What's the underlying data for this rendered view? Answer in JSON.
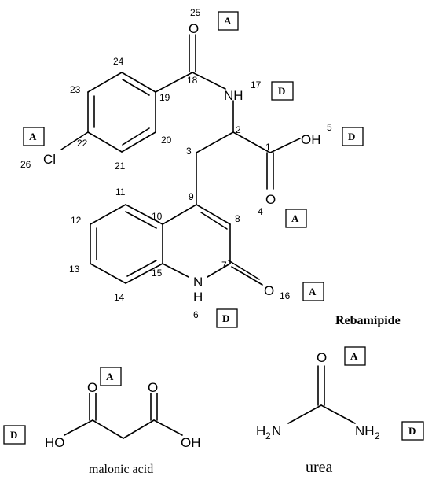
{
  "molecules": {
    "rebamipide": {
      "name": "Rebamipide"
    },
    "malonic_acid": {
      "name": "malonic acid"
    },
    "urea": {
      "name": "urea"
    }
  },
  "atoms": {
    "O": "O",
    "NH": "NH",
    "N": "N",
    "H": "H",
    "OH": "OH",
    "Cl": "Cl",
    "HO": "HO",
    "H2N_H": "H",
    "H2N_2": "2",
    "H2N_N": "N",
    "NH2_NH": "NH",
    "NH2_2": "2"
  },
  "atom_numbers": {
    "n1": "1",
    "n2": "2",
    "n3": "3",
    "n4": "4",
    "n5": "5",
    "n6": "6",
    "n7": "7",
    "n8": "8",
    "n9": "9",
    "n10": "10",
    "n11": "11",
    "n12": "12",
    "n13": "13",
    "n14": "14",
    "n15": "15",
    "n16": "16",
    "n17": "17",
    "n18": "18",
    "n19": "19",
    "n20": "20",
    "n21": "21",
    "n22": "22",
    "n23": "23",
    "n24": "24",
    "n25": "25",
    "n26": "26"
  },
  "site_labels": {
    "o25": "A",
    "n17": "D",
    "oh5": "D",
    "cl": "A",
    "o4": "A",
    "o16": "A",
    "nh6": "D",
    "malonic_o": "A",
    "malonic_oh": "D",
    "urea_o": "A",
    "urea_nh2": "D"
  }
}
